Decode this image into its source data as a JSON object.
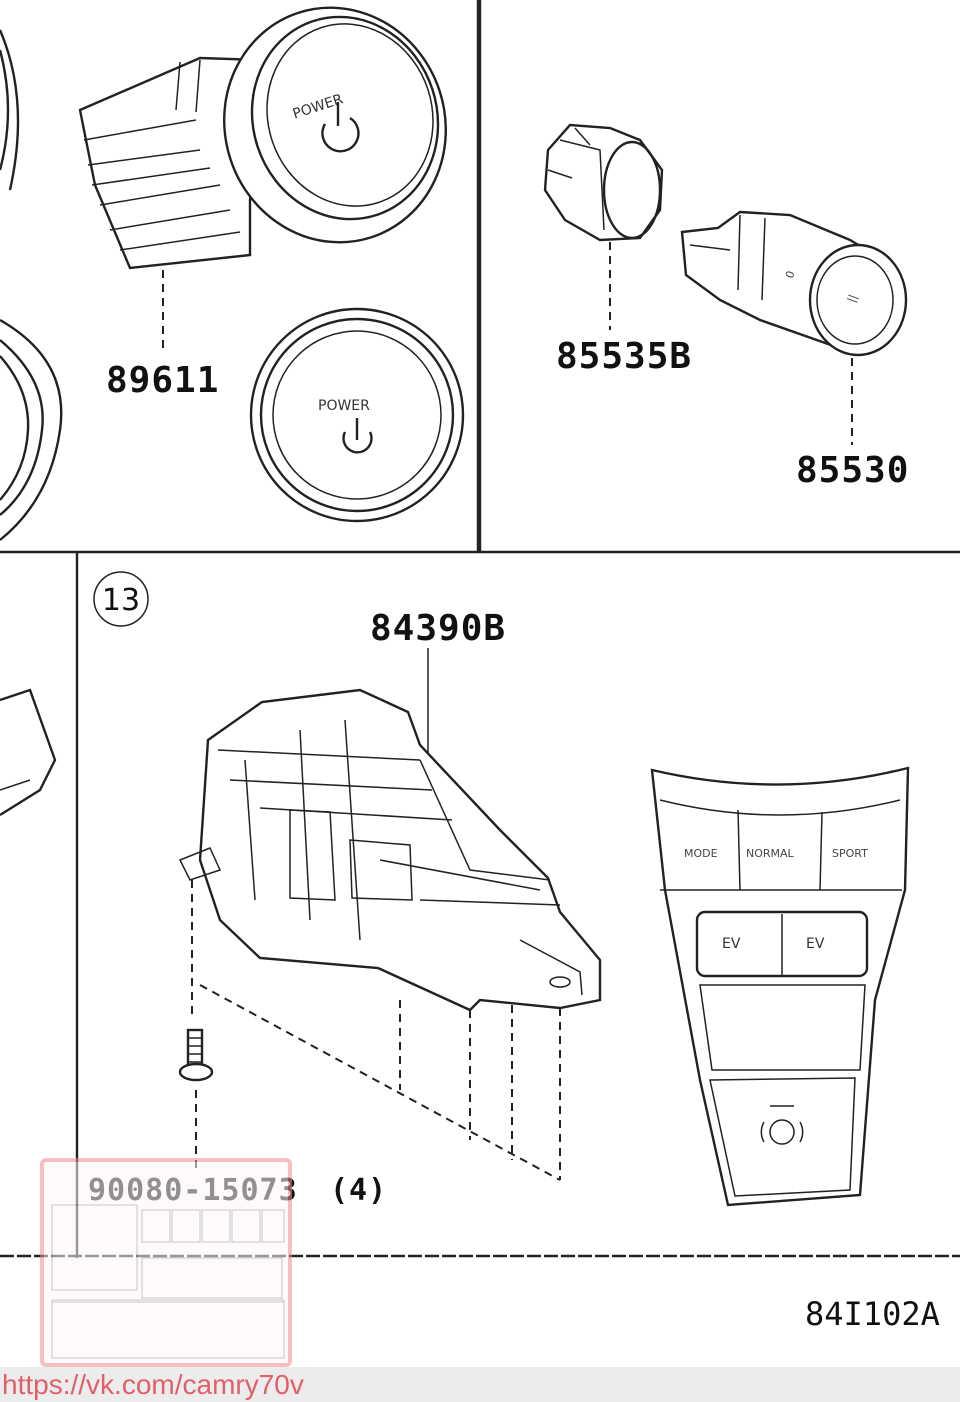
{
  "parts": {
    "power_switch": "89611",
    "socket_cover": "85535B",
    "power_outlet": "85530",
    "console_switch": "84390B",
    "screw": "90080-15073",
    "screw_qty": "(4)"
  },
  "button_text": {
    "power_large": "POWER",
    "power_small": "POWER",
    "console_left": "MODE",
    "console_mid": "NORMAL",
    "console_right": "SPORT",
    "console_a": "EV",
    "console_b": "EV"
  },
  "section_number": "13",
  "diagram_code": "84I102A",
  "watermark_url": "https://vk.com/camry70v",
  "colors": {
    "line": "#222222",
    "watermark_border": "#f08a8a",
    "url_text": "#e0606a"
  }
}
